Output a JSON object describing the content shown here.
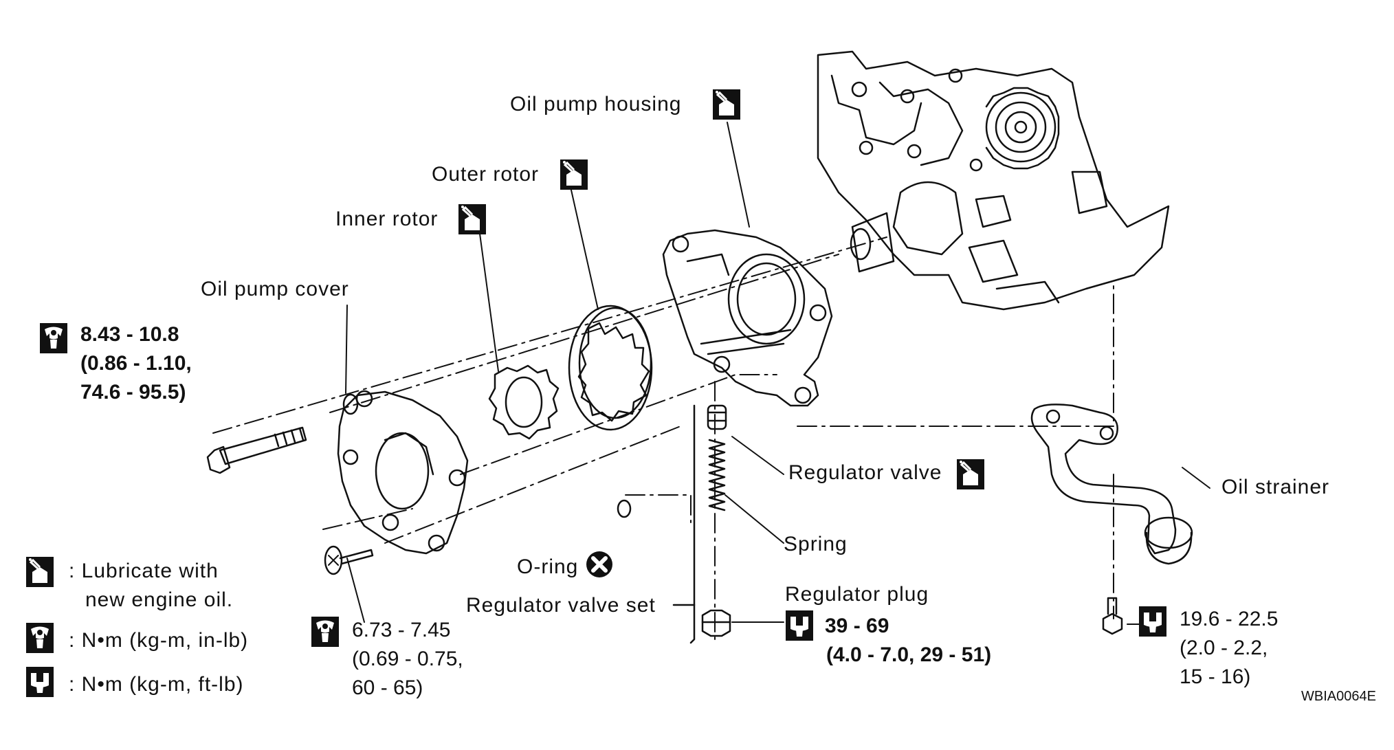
{
  "labels": {
    "oil_pump_housing": "Oil pump housing",
    "outer_rotor": "Outer rotor",
    "inner_rotor": "Inner rotor",
    "oil_pump_cover": "Oil pump cover",
    "regulator_valve": "Regulator valve",
    "spring": "Spring",
    "oil_strainer": "Oil strainer",
    "o_ring": "O-ring",
    "regulator_valve_set": "Regulator valve set",
    "regulator_plug": "Regulator plug"
  },
  "torque_specs": {
    "cover_bolt": [
      "8.43 - 10.8",
      "(0.86 - 1.10,",
      "74.6 - 95.5)"
    ],
    "cover_screw": [
      "6.73 - 7.45",
      "(0.69 - 0.75,",
      "60 - 65)"
    ],
    "regulator_plug": [
      "39 - 69",
      "(4.0 - 7.0, 29 - 51)"
    ],
    "strainer_bolt": [
      "19.6 - 22.5",
      "(2.0 - 2.2,",
      "15 - 16)"
    ]
  },
  "legend": {
    "lubricate_line1": ": Lubricate with",
    "lubricate_line2": "new engine oil.",
    "nm_inlb": ": N•m (kg-m, in-lb)",
    "nm_ftlb": ": N•m (kg-m, ft-lb)"
  },
  "figure_code": "WBIA0064E",
  "icons": {
    "oil_can": "oil-can-icon",
    "wrench_inlb": "torque-wrench-inlb-icon",
    "wrench_ftlb": "torque-wrench-ftlb-icon",
    "do_not_reuse": "do-not-reuse-icon"
  },
  "colors": {
    "ink": "#111111",
    "background": "#ffffff"
  }
}
